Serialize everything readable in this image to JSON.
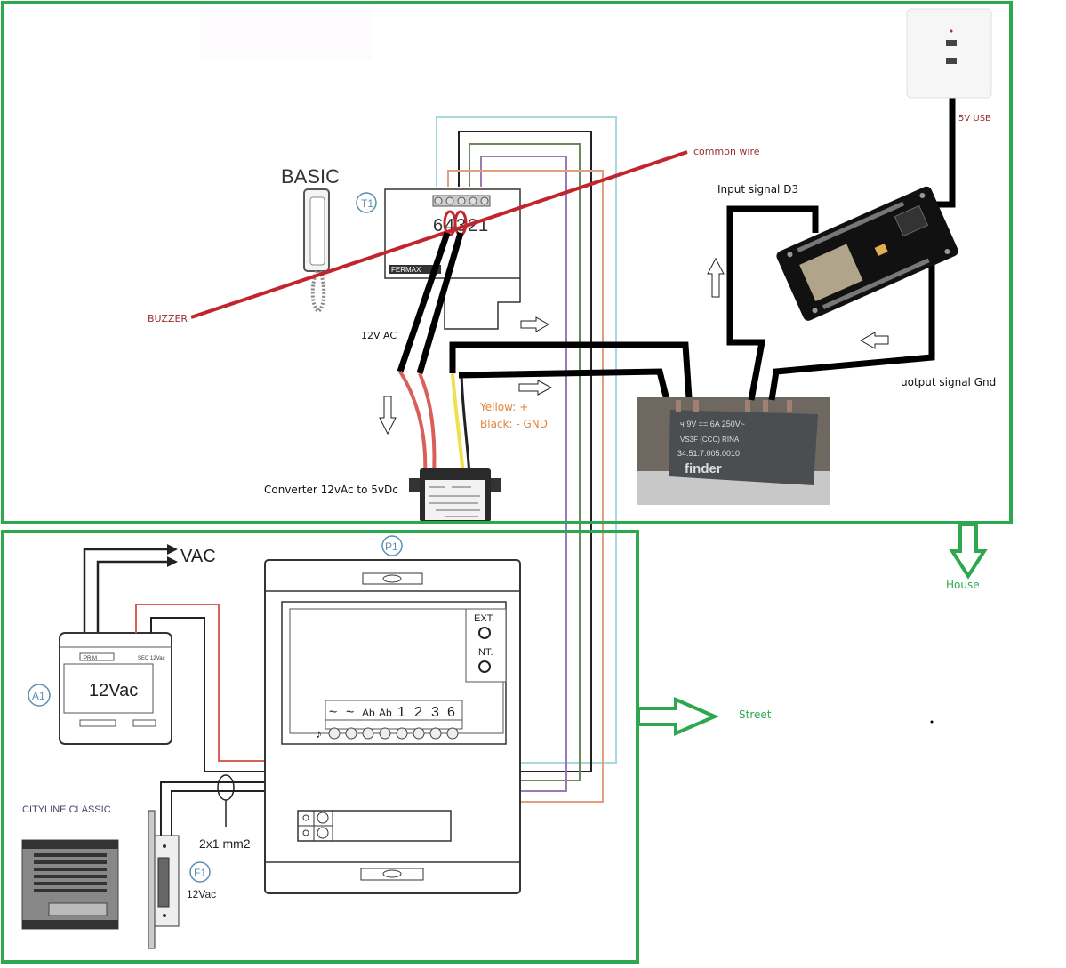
{
  "labels": {
    "basic": "BASIC",
    "t1": "T1",
    "fermax": "FERMAX",
    "terminals_top": [
      "6",
      "4",
      "3",
      "2",
      "1"
    ],
    "common_wire": "common wire",
    "buzzer": "BUZZER",
    "input_signal": "Input signal D3",
    "output_signal": "uotput signal Gnd",
    "usb": "5V USB",
    "ac12": "12V AC",
    "yellow": "Yellow: +",
    "black": "Black: - GND",
    "converter": "Converter 12vAc to 5vDc",
    "house": "House",
    "street": "Street",
    "vac": "VAC",
    "a1": "A1",
    "v12": "12Vac",
    "prim": "PRIM",
    "sec": "SEC 12Vac",
    "p1": "P1",
    "ext": "EXT.",
    "int": "INT.",
    "terminals_p1": [
      "~",
      "~",
      "Ab",
      "Ab",
      "1",
      "2",
      "3",
      "6"
    ],
    "cityline": "CITYLINE CLASSIC",
    "f1": "F1",
    "f1_volt": "12Vac",
    "cable": "2x1 mm2",
    "relay_text": [
      "ч  9V == 6A 250V~",
      "VS3F   (CCC)  RINA",
      "34.51.7.005.0010",
      "finder"
    ]
  },
  "colors": {
    "frame_green": "#2ea84f",
    "wire_red": "#c0272d",
    "label_red": "#9b2f2f",
    "label_orange": "#e0843a",
    "wire_cyan": "#a8d8e0",
    "wire_green": "#6b8a5a",
    "wire_purple": "#9a7ab0",
    "wire_orange": "#e0a080"
  }
}
